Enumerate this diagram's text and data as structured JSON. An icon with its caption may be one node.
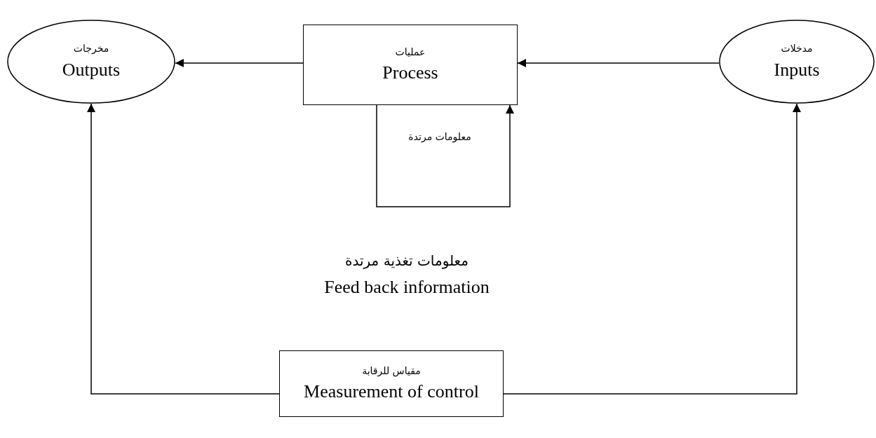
{
  "diagram": {
    "nodes": [
      {
        "text": [
          "مخرجات",
          "Outputs"
        ]
      },
      {
        "text": [
          "عمليات",
          "Process"
        ]
      },
      {
        "text": [
          "مدخلات",
          "Inputs"
        ]
      },
      {
        "text": [
          "مقياس للرقابة",
          "Measurement of control"
        ]
      }
    ],
    "edges": [
      {
        "from": 2,
        "to": 1,
        "arrow": "to"
      },
      {
        "from": 1,
        "to": 0,
        "arrow": "to"
      },
      {
        "from": 1,
        "to": 1,
        "arrow": "to",
        "label": "معلومات مرتدة"
      },
      {
        "from": 3,
        "to": 0,
        "arrow": "to"
      },
      {
        "from": 3,
        "to": 2,
        "arrow": "to"
      }
    ],
    "labels": [
      "معلومات تغذية مرتدة",
      "Feed back information"
    ]
  }
}
